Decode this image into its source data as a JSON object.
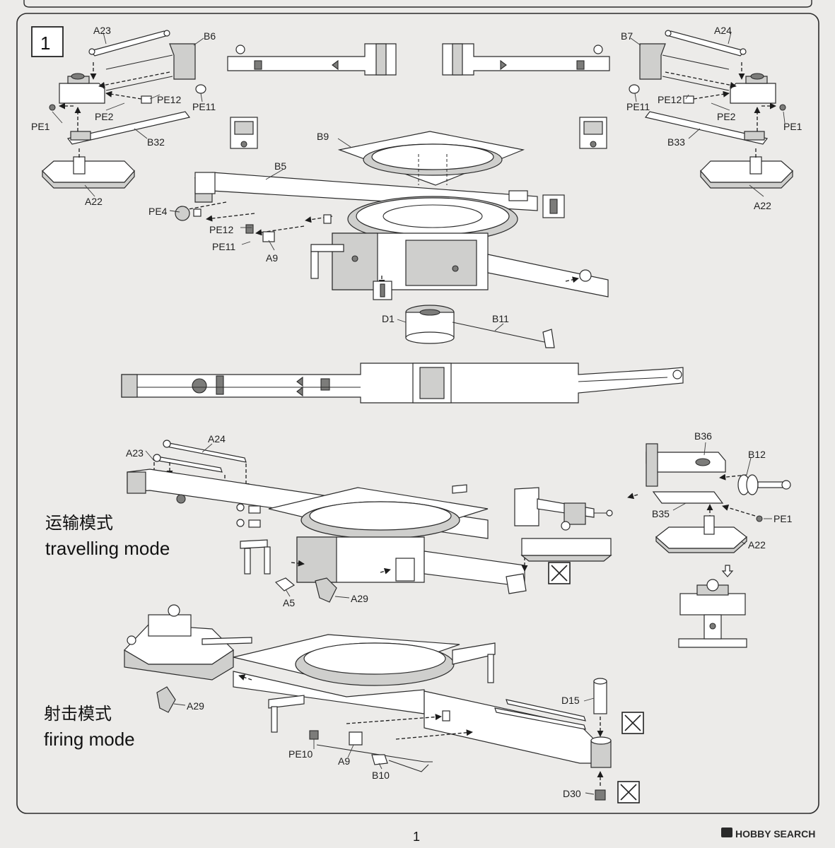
{
  "step": {
    "number": "1"
  },
  "labels": {
    "A23": "A23",
    "A24": "A24",
    "B6": "B6",
    "B7": "B7",
    "PE12": "PE12",
    "PE11": "PE11",
    "PE2": "PE2",
    "PE1": "PE1",
    "B32": "B32",
    "B33": "B33",
    "A22": "A22",
    "B9": "B9",
    "B5": "B5",
    "PE4": "PE4",
    "A9": "A9",
    "D1": "D1",
    "B11": "B11",
    "B36": "B36",
    "B12": "B12",
    "B35": "B35",
    "A5": "A5",
    "A29": "A29",
    "D15": "D15",
    "PE10": "PE10",
    "B10": "B10",
    "D30": "D30"
  },
  "modes": {
    "travelling_cn": "运输模式",
    "travelling_en": "travelling mode",
    "firing_cn": "射击模式",
    "firing_en": "firing mode"
  },
  "page_number": "1",
  "watermark": "HOBBY SEARCH",
  "colors": {
    "paper": "#ecebe9",
    "line": "#2b2b2b",
    "panel": "#cfcfcd"
  }
}
